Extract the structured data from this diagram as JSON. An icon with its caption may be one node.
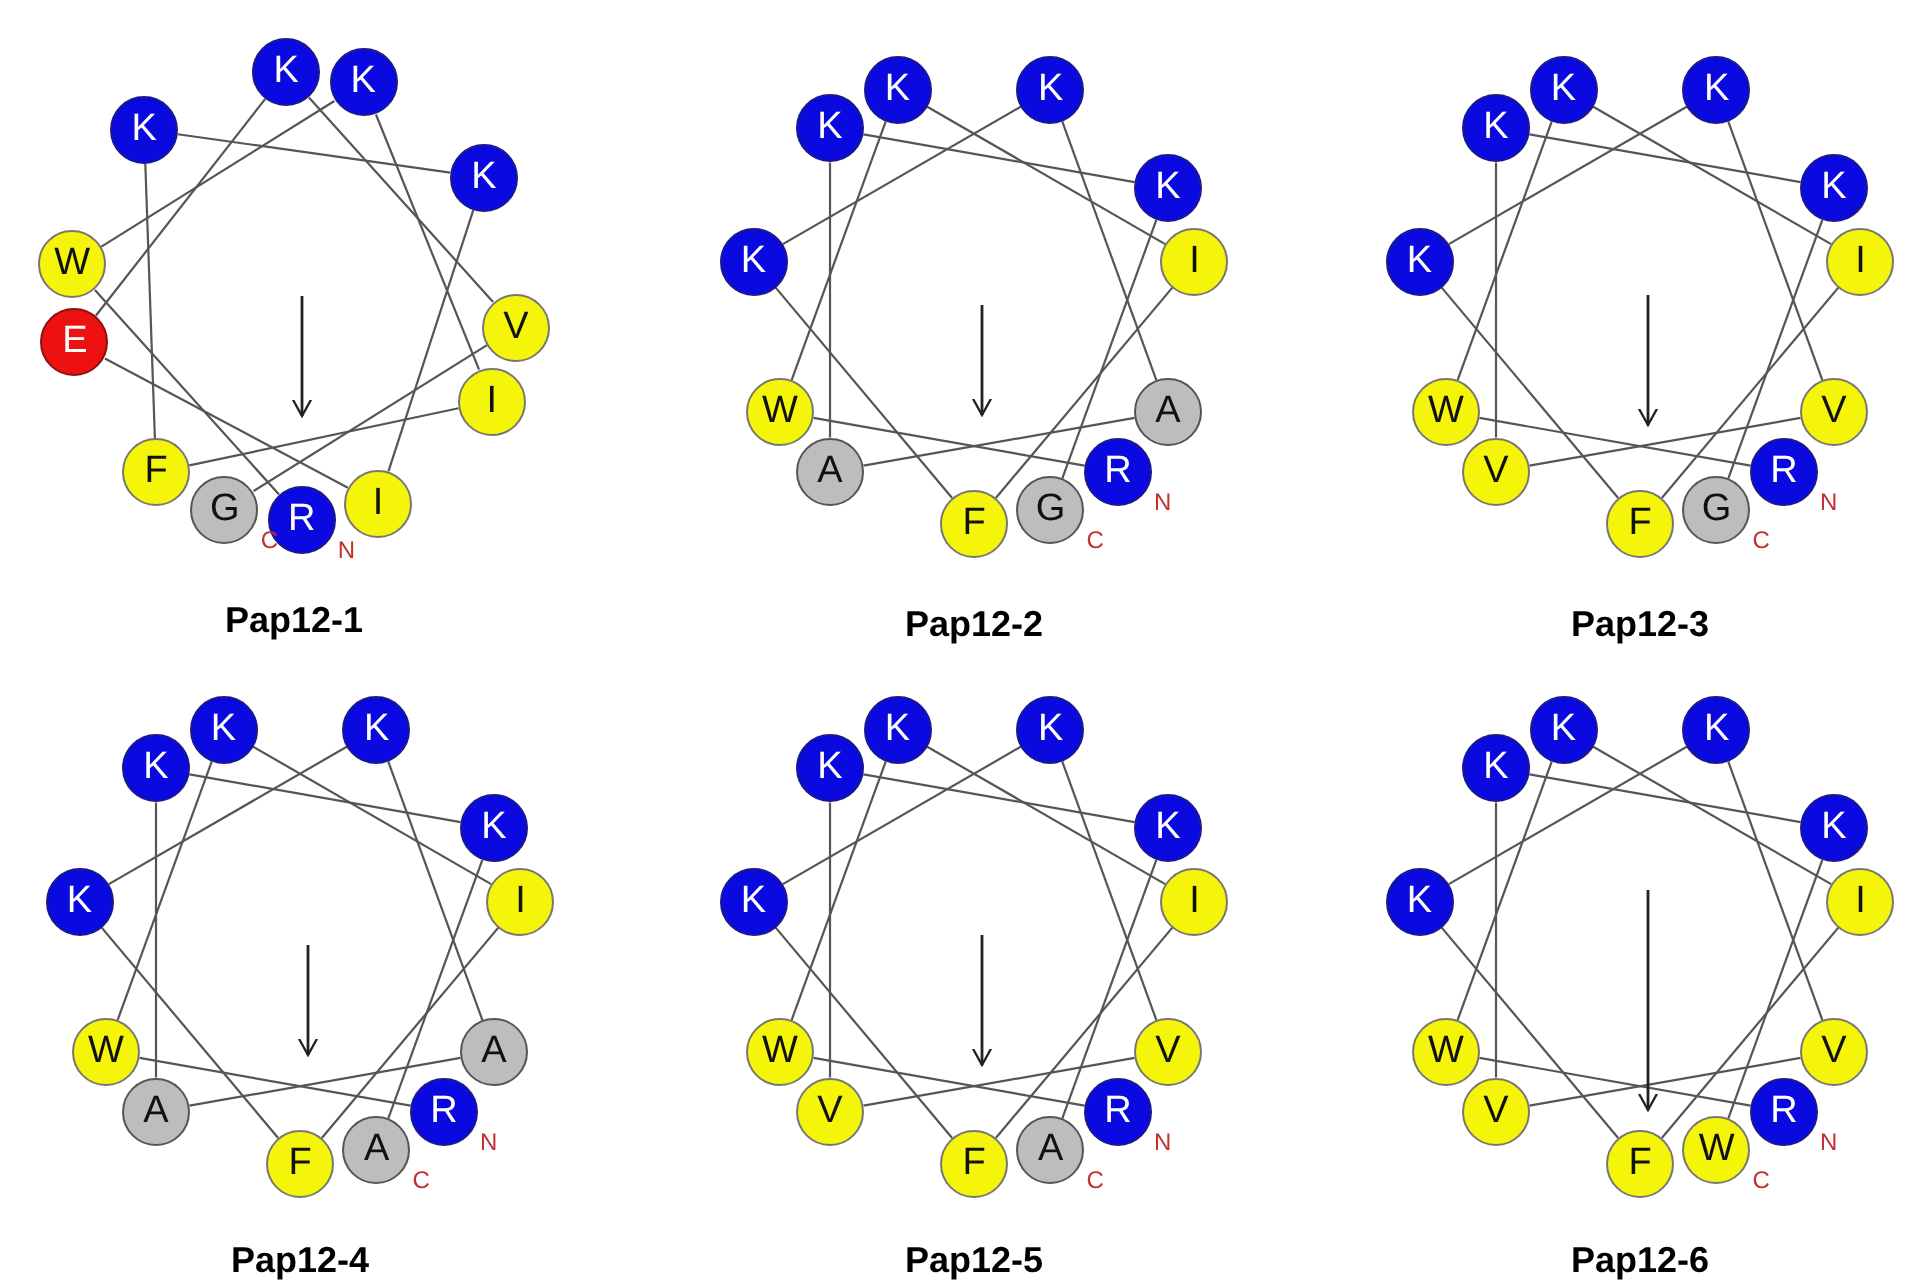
{
  "diagram": {
    "nodes": [
      {
        "text": [
          "R"
        ],
        "beside": [
          "N"
        ]
      },
      {
        "text": [
          "W"
        ]
      },
      {
        "text": [
          "K"
        ]
      },
      {
        "text": [
          "I"
        ]
      },
      {
        "text": [
          "F"
        ]
      },
      {
        "text": [
          "K"
        ]
      },
      {
        "text": [
          "K"
        ]
      },
      {
        "text": [
          "I"
        ]
      },
      {
        "text": [
          "E"
        ]
      },
      {
        "text": [
          "K"
        ]
      },
      {
        "text": [
          "V"
        ]
      },
      {
        "text": [
          "G"
        ],
        "beside": [
          "C"
        ]
      },
      {
        "text": [
          "R"
        ],
        "beside": [
          "N"
        ]
      },
      {
        "text": [
          "W"
        ]
      },
      {
        "text": [
          "K"
        ]
      },
      {
        "text": [
          "I"
        ]
      },
      {
        "text": [
          "F"
        ]
      },
      {
        "text": [
          "K"
        ]
      },
      {
        "text": [
          "K"
        ]
      },
      {
        "text": [
          "A"
        ]
      },
      {
        "text": [
          "A"
        ]
      },
      {
        "text": [
          "K"
        ]
      },
      {
        "text": [
          "K"
        ]
      },
      {
        "text": [
          "G"
        ],
        "beside": [
          "C"
        ]
      },
      {
        "text": [
          "R"
        ],
        "beside": [
          "N"
        ]
      },
      {
        "text": [
          "W"
        ]
      },
      {
        "text": [
          "K"
        ]
      },
      {
        "text": [
          "I"
        ]
      },
      {
        "text": [
          "F"
        ]
      },
      {
        "text": [
          "K"
        ]
      },
      {
        "text": [
          "K"
        ]
      },
      {
        "text": [
          "V"
        ]
      },
      {
        "text": [
          "V"
        ]
      },
      {
        "text": [
          "K"
        ]
      },
      {
        "text": [
          "K"
        ]
      },
      {
        "text": [
          "G"
        ],
        "beside": [
          "C"
        ]
      },
      {
        "text": [
          "R"
        ],
        "beside": [
          "N"
        ]
      },
      {
        "text": [
          "W"
        ]
      },
      {
        "text": [
          "K"
        ]
      },
      {
        "text": [
          "I"
        ]
      },
      {
        "text": [
          "F"
        ]
      },
      {
        "text": [
          "K"
        ]
      },
      {
        "text": [
          "K"
        ]
      },
      {
        "text": [
          "A"
        ]
      },
      {
        "text": [
          "A"
        ]
      },
      {
        "text": [
          "K"
        ]
      },
      {
        "text": [
          "K"
        ]
      },
      {
        "text": [
          "A"
        ],
        "beside": [
          "C"
        ]
      },
      {
        "text": [
          "R"
        ],
        "beside": [
          "N"
        ]
      },
      {
        "text": [
          "W"
        ]
      },
      {
        "text": [
          "K"
        ]
      },
      {
        "text": [
          "I"
        ]
      },
      {
        "text": [
          "F"
        ]
      },
      {
        "text": [
          "K"
        ]
      },
      {
        "text": [
          "K"
        ]
      },
      {
        "text": [
          "V"
        ]
      },
      {
        "text": [
          "V"
        ]
      },
      {
        "text": [
          "K"
        ]
      },
      {
        "text": [
          "K"
        ]
      },
      {
        "text": [
          "A"
        ],
        "beside": [
          "C"
        ]
      },
      {
        "text": [
          "R"
        ],
        "beside": [
          "N"
        ]
      },
      {
        "text": [
          "W"
        ]
      },
      {
        "text": [
          "K"
        ]
      },
      {
        "text": [
          "I"
        ]
      },
      {
        "text": [
          "F"
        ]
      },
      {
        "text": [
          "K"
        ]
      },
      {
        "text": [
          "K"
        ]
      },
      {
        "text": [
          "V"
        ]
      },
      {
        "text": [
          "V"
        ]
      },
      {
        "text": [
          "K"
        ]
      },
      {
        "text": [
          "K"
        ]
      },
      {
        "text": [
          "W"
        ],
        "beside": [
          "C"
        ]
      }
    ],
    "edges": [
      {
        "from": 0,
        "to": 1,
        "arrow": "none"
      },
      {
        "from": 1,
        "to": 2,
        "arrow": "none"
      },
      {
        "from": 2,
        "to": 3,
        "arrow": "none"
      },
      {
        "from": 3,
        "to": 4,
        "arrow": "none"
      },
      {
        "from": 4,
        "to": 5,
        "arrow": "none"
      },
      {
        "from": 5,
        "to": 6,
        "arrow": "none"
      },
      {
        "from": 6,
        "to": 7,
        "arrow": "none"
      },
      {
        "from": 7,
        "to": 8,
        "arrow": "none"
      },
      {
        "from": 8,
        "to": 9,
        "arrow": "none"
      },
      {
        "from": 9,
        "to": 10,
        "arrow": "none"
      },
      {
        "from": 10,
        "to": 11,
        "arrow": "none"
      },
      {
        "from": 12,
        "to": 13,
        "arrow": "none"
      },
      {
        "from": 13,
        "to": 14,
        "arrow": "none"
      },
      {
        "from": 14,
        "to": 15,
        "arrow": "none"
      },
      {
        "from": 15,
        "to": 16,
        "arrow": "none"
      },
      {
        "from": 16,
        "to": 17,
        "arrow": "none"
      },
      {
        "from": 17,
        "to": 18,
        "arrow": "none"
      },
      {
        "from": 18,
        "to": 19,
        "arrow": "none"
      },
      {
        "from": 19,
        "to": 20,
        "arrow": "none"
      },
      {
        "from": 20,
        "to": 21,
        "arrow": "none"
      },
      {
        "from": 21,
        "to": 22,
        "arrow": "none"
      },
      {
        "from": 22,
        "to": 23,
        "arrow": "none"
      },
      {
        "from": 24,
        "to": 25,
        "arrow": "none"
      },
      {
        "from": 25,
        "to": 26,
        "arrow": "none"
      },
      {
        "from": 26,
        "to": 27,
        "arrow": "none"
      },
      {
        "from": 27,
        "to": 28,
        "arrow": "none"
      },
      {
        "from": 28,
        "to": 29,
        "arrow": "none"
      },
      {
        "from": 29,
        "to": 30,
        "arrow": "none"
      },
      {
        "from": 30,
        "to": 31,
        "arrow": "none"
      },
      {
        "from": 31,
        "to": 32,
        "arrow": "none"
      },
      {
        "from": 32,
        "to": 33,
        "arrow": "none"
      },
      {
        "from": 33,
        "to": 34,
        "arrow": "none"
      },
      {
        "from": 34,
        "to": 35,
        "arrow": "none"
      },
      {
        "from": 36,
        "to": 37,
        "arrow": "none"
      },
      {
        "from": 37,
        "to": 38,
        "arrow": "none"
      },
      {
        "from": 38,
        "to": 39,
        "arrow": "none"
      },
      {
        "from": 39,
        "to": 40,
        "arrow": "none"
      },
      {
        "from": 40,
        "to": 41,
        "arrow": "none"
      },
      {
        "from": 41,
        "to": 42,
        "arrow": "none"
      },
      {
        "from": 42,
        "to": 43,
        "arrow": "none"
      },
      {
        "from": 43,
        "to": 44,
        "arrow": "none"
      },
      {
        "from": 44,
        "to": 45,
        "arrow": "none"
      },
      {
        "from": 45,
        "to": 46,
        "arrow": "none"
      },
      {
        "from": 46,
        "to": 47,
        "arrow": "none"
      },
      {
        "from": 48,
        "to": 49,
        "arrow": "none"
      },
      {
        "from": 49,
        "to": 50,
        "arrow": "none"
      },
      {
        "from": 50,
        "to": 51,
        "arrow": "none"
      },
      {
        "from": 51,
        "to": 52,
        "arrow": "none"
      },
      {
        "from": 52,
        "to": 53,
        "arrow": "none"
      },
      {
        "from": 53,
        "to": 54,
        "arrow": "none"
      },
      {
        "from": 54,
        "to": 55,
        "arrow": "none"
      },
      {
        "from": 55,
        "to": 56,
        "arrow": "none"
      },
      {
        "from": 56,
        "to": 57,
        "arrow": "none"
      },
      {
        "from": 57,
        "to": 58,
        "arrow": "none"
      },
      {
        "from": 58,
        "to": 59,
        "arrow": "none"
      },
      {
        "from": 60,
        "to": 61,
        "arrow": "none"
      },
      {
        "from": 61,
        "to": 62,
        "arrow": "none"
      },
      {
        "from": 62,
        "to": 63,
        "arrow": "none"
      },
      {
        "from": 63,
        "to": 64,
        "arrow": "none"
      },
      {
        "from": 64,
        "to": 65,
        "arrow": "none"
      },
      {
        "from": 65,
        "to": 66,
        "arrow": "none"
      },
      {
        "from": 66,
        "to": 67,
        "arrow": "none"
      },
      {
        "from": 67,
        "to": 68,
        "arrow": "none"
      },
      {
        "from": 68,
        "to": 69,
        "arrow": "none"
      },
      {
        "from": 69,
        "to": 70,
        "arrow": "none"
      },
      {
        "from": 70,
        "to": 71,
        "arrow": "none"
      }
    ],
    "labels": [
      "Pap12-1",
      "Pap12-2",
      "Pap12-3",
      "Pap12-4",
      "Pap12-5",
      "Pap12-6"
    ]
  }
}
